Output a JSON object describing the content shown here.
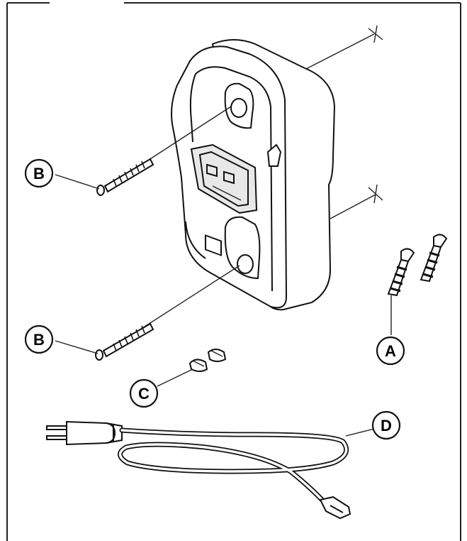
{
  "figure": {
    "type": "exploded-parts-diagram",
    "background": "#ffffff",
    "line_color": "#111111",
    "callouts": [
      {
        "id": "A",
        "label": "A"
      },
      {
        "id": "B1",
        "label": "B"
      },
      {
        "id": "B2",
        "label": "B"
      },
      {
        "id": "C",
        "label": "C"
      },
      {
        "id": "D",
        "label": "D"
      }
    ]
  }
}
